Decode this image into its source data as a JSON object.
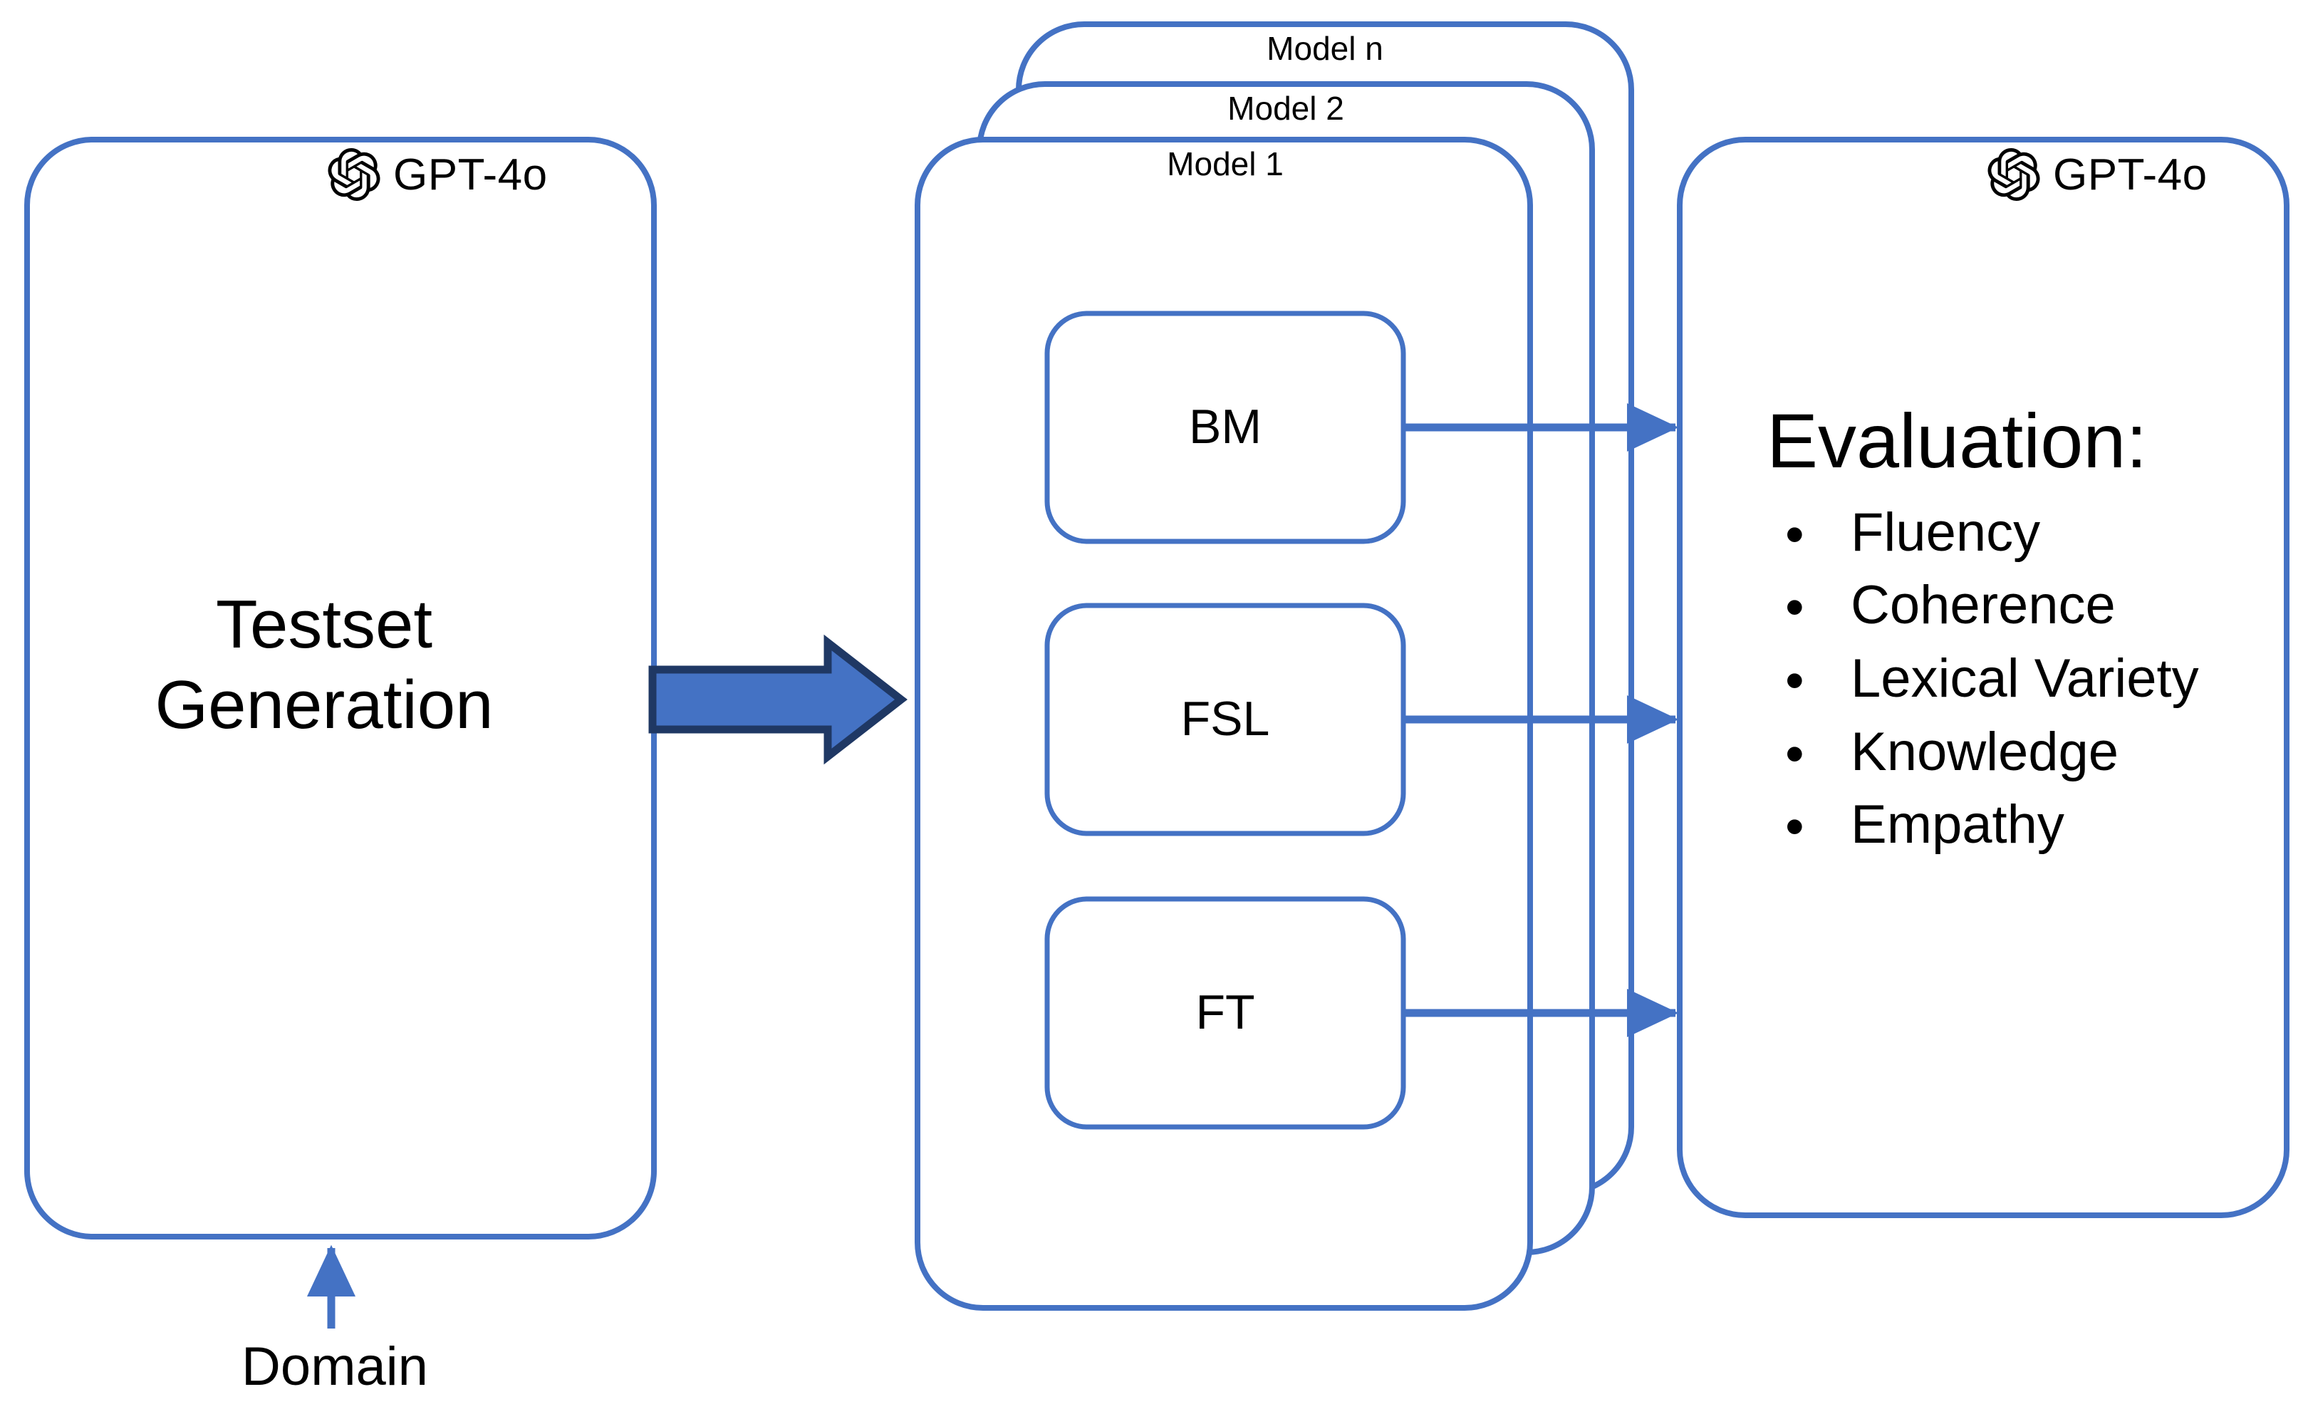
{
  "theme": {
    "stroke_blue": "#4472C4",
    "arrow_fill": "#4472C4",
    "arrow_outline": "#1F3864",
    "text_black": "#000000",
    "background": "#FFFFFF"
  },
  "left_panel": {
    "badge_label": "GPT-4o",
    "badge_icon": "openai-logo-icon",
    "title_line1": "Testset",
    "title_line2": "Generation"
  },
  "input": {
    "label": "Domain",
    "arrow_icon": "arrow-up-icon"
  },
  "flow_arrow": {
    "icon": "block-arrow-right-icon"
  },
  "model_stack": {
    "cards": [
      {
        "label": "Model n"
      },
      {
        "label": "Model 2"
      },
      {
        "label": "Model 1"
      }
    ],
    "methods": [
      {
        "label": "BM"
      },
      {
        "label": "FSL"
      },
      {
        "label": "FT"
      }
    ],
    "connector_icon": "arrow-right-icon"
  },
  "eval_panel": {
    "badge_label": "GPT-4o",
    "badge_icon": "openai-logo-icon",
    "title": "Evaluation:",
    "bullet_glyph": "•",
    "criteria": [
      {
        "label": "Fluency"
      },
      {
        "label": "Coherence"
      },
      {
        "label": "Lexical Variety"
      },
      {
        "label": "Knowledge"
      },
      {
        "label": "Empathy"
      }
    ]
  }
}
